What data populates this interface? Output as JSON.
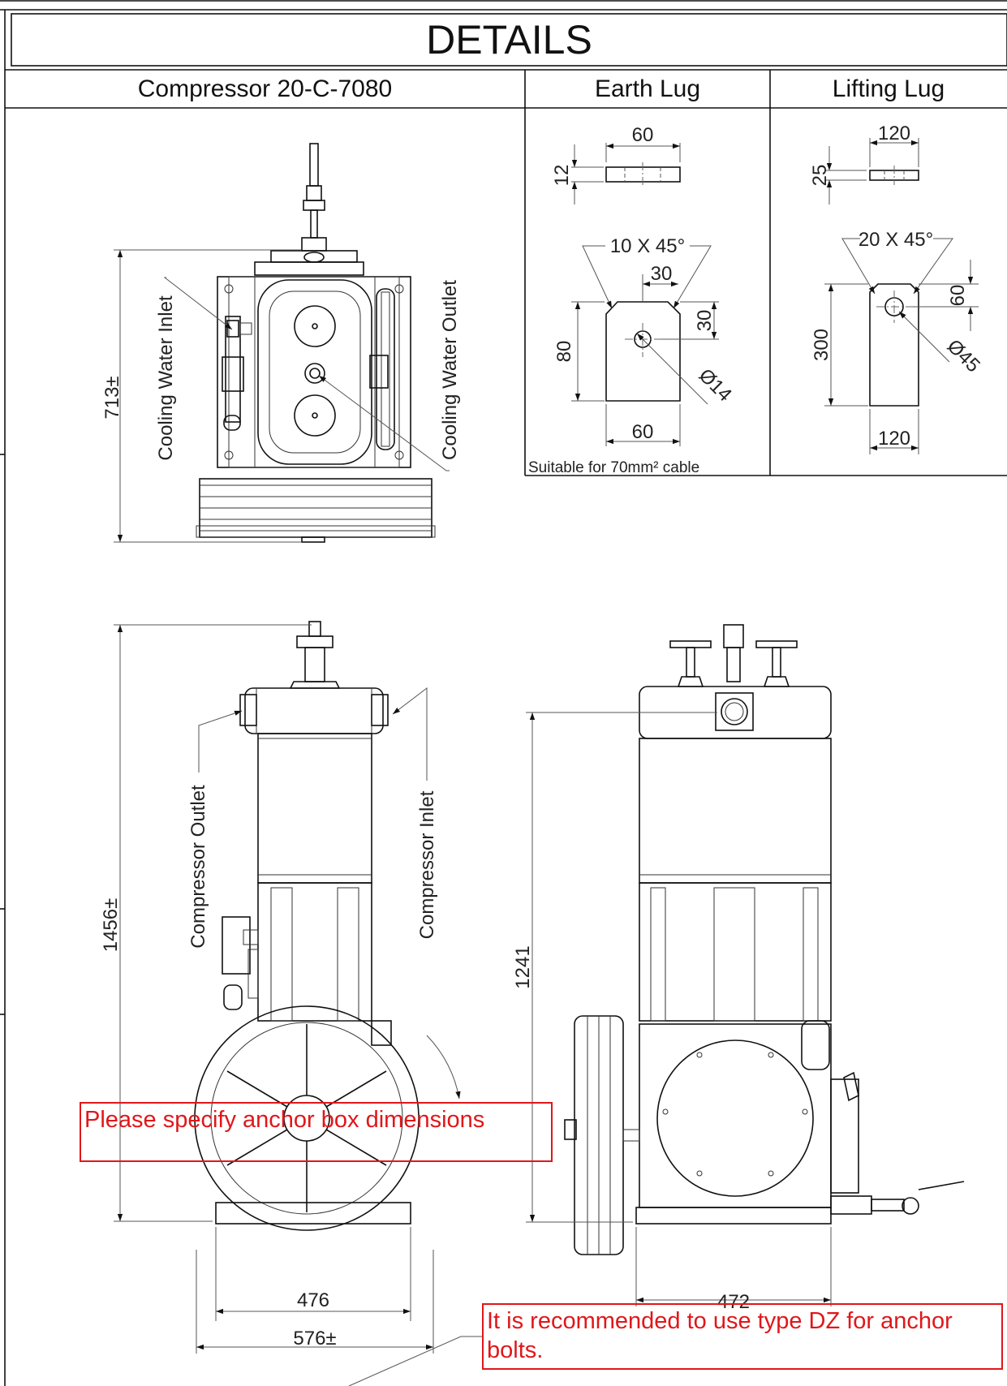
{
  "sheet": {
    "title": "DETAILS",
    "sections": [
      {
        "key": "compressor",
        "title": "Compressor 20-C-7080"
      },
      {
        "key": "earth_lug",
        "title": "Earth Lug"
      },
      {
        "key": "lifting_lug",
        "title": "Lifting Lug"
      }
    ]
  },
  "compressor": {
    "top_view": {
      "height_dim": "713±",
      "label_inlet": "Cooling Water Inlet",
      "label_outlet": "Cooling Water Outlet"
    },
    "side_view": {
      "height_dim": "1456±",
      "label_outlet": "Compressor Outlet",
      "label_inlet": "Compressor Inlet",
      "base_width": "476",
      "overall_width": "576±"
    },
    "front_view": {
      "height_dim": "1241",
      "base_width": "472"
    }
  },
  "earth_lug": {
    "top_width": "60",
    "thickness": "12",
    "chamfer": "10 X 45°",
    "hole_offset_x": "30",
    "hole_offset_y": "30",
    "height": "80",
    "hole_dia": "Ø14",
    "bottom_width": "60",
    "note": "Suitable for 70mm² cable"
  },
  "lifting_lug": {
    "top_width": "120",
    "thickness": "25",
    "chamfer": "20 X 45°",
    "hole_offset": "60",
    "height": "300",
    "hole_dia": "Ø45",
    "bottom_width": "120"
  },
  "annotations": [
    {
      "key": "anchor_box",
      "text": "Please specify anchor box dimensions",
      "color": "#e0171a"
    },
    {
      "key": "anchor_bolts",
      "text": "It is recommended to use type DZ for anchor bolts.",
      "color": "#e0171a"
    }
  ]
}
